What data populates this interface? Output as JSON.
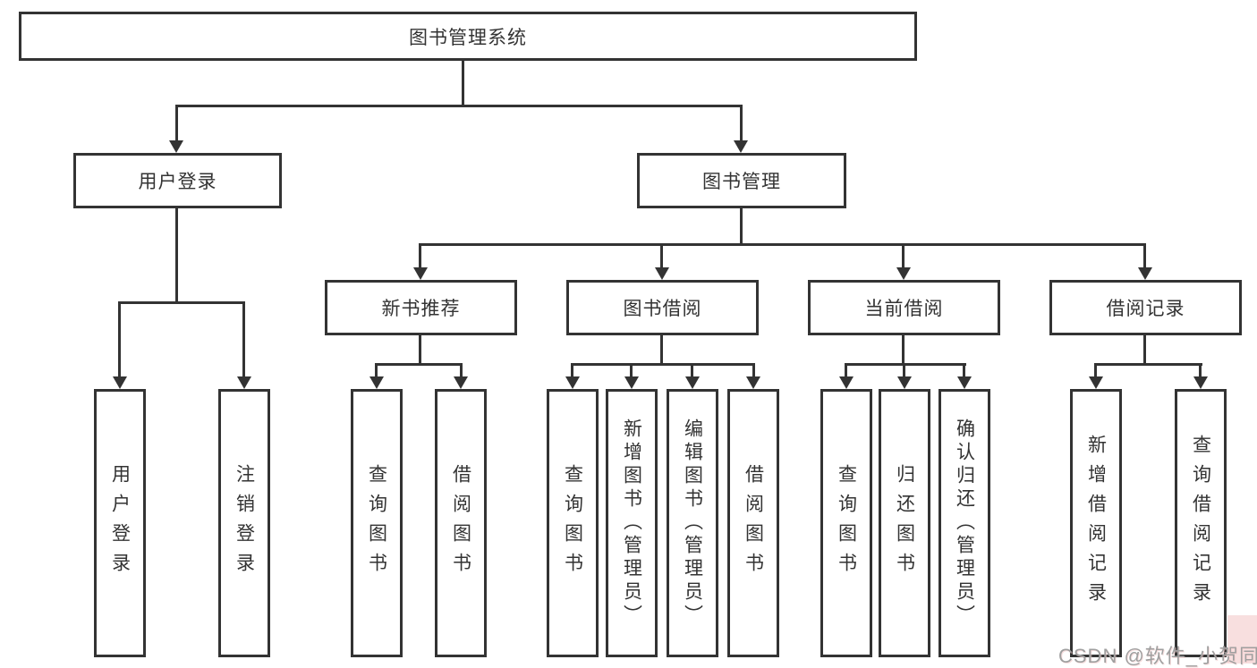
{
  "diagram_title": "图书管理系统",
  "tree": {
    "root": {
      "label": "图书管理系统"
    },
    "branches": [
      {
        "label": "用户登录",
        "children": [
          {
            "label": "用户登录"
          },
          {
            "label": "注销登录"
          }
        ]
      },
      {
        "label": "图书管理",
        "children": [
          {
            "label": "新书推荐",
            "children": [
              {
                "label": "查询图书"
              },
              {
                "label": "借阅图书"
              }
            ]
          },
          {
            "label": "图书借阅",
            "children": [
              {
                "label": "查询图书"
              },
              {
                "label": "新增图书（管理员）"
              },
              {
                "label": "编辑图书（管理员）"
              },
              {
                "label": "借阅图书"
              }
            ]
          },
          {
            "label": "当前借阅",
            "children": [
              {
                "label": "查询图书"
              },
              {
                "label": "归还图书"
              },
              {
                "label": "确认归还（管理员）"
              }
            ]
          },
          {
            "label": "借阅记录",
            "children": [
              {
                "label": "新增借阅记录"
              },
              {
                "label": "查询借阅记录"
              }
            ]
          }
        ]
      }
    ]
  },
  "watermark": {
    "text": "CSDN @软件_小贺同学"
  },
  "colors": {
    "line": "#333333",
    "text": "#333333",
    "background": "#ffffff",
    "watermark": "#9f9f9f",
    "watermark_accent": "#f3c9c9"
  }
}
